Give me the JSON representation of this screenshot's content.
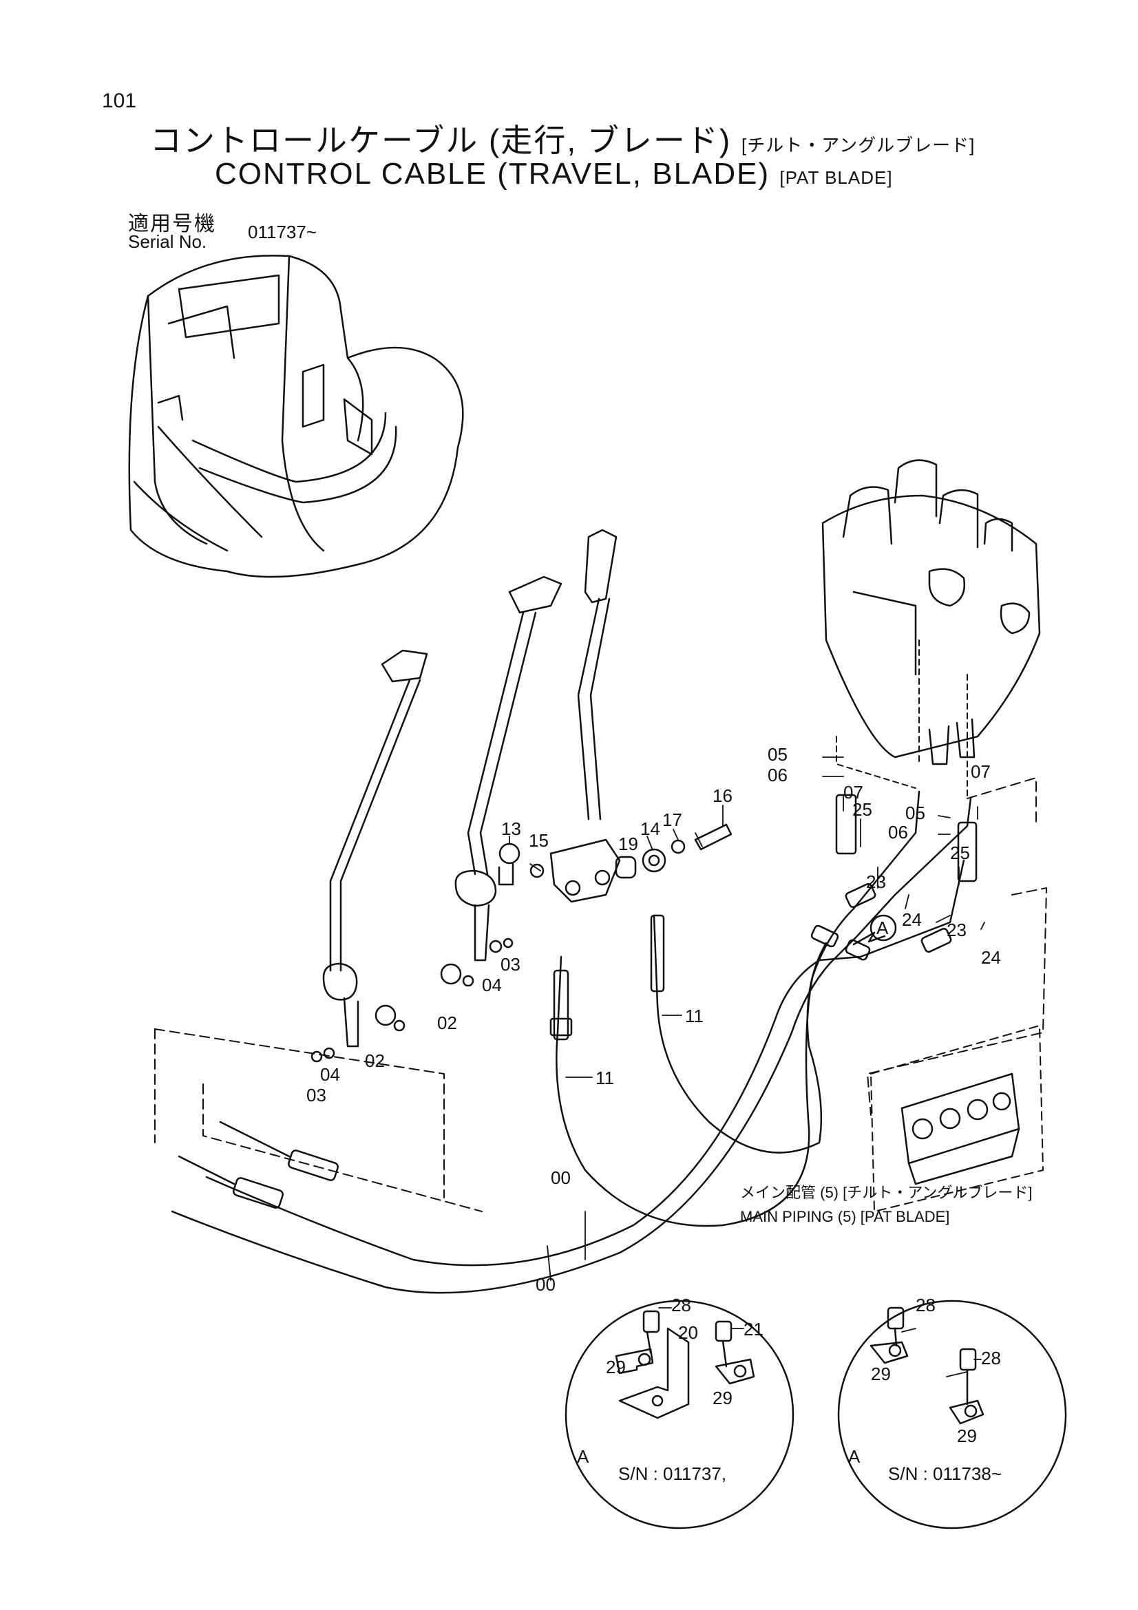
{
  "page_number": "101",
  "title_jp": {
    "main": "コントロールケーブル (走行, ブレード)",
    "bracket": "[チルト・アングルブレード]"
  },
  "title_en": {
    "main": "CONTROL CABLE (TRAVEL, BLADE)",
    "bracket": "[PAT BLADE]"
  },
  "serial": {
    "label_jp": "適用号機",
    "label_en": "Serial No.",
    "value": "011737~"
  },
  "callouts": {
    "c00a": "00",
    "c00b": "00",
    "c02a": "02",
    "c02b": "02",
    "c03a": "03",
    "c03b": "03",
    "c04a": "04",
    "c04b": "04",
    "c05a": "05",
    "c05b": "05",
    "c06a": "06",
    "c06b": "06",
    "c07a": "07",
    "c07b": "07",
    "c11a": "11",
    "c11b": "11",
    "c13": "13",
    "c14": "14",
    "c15": "15",
    "c16": "16",
    "c17": "17",
    "c19": "19",
    "c23a": "23",
    "c23b": "23",
    "c24a": "24",
    "c24b": "24",
    "c25a": "25",
    "c25b": "25",
    "cA": "A"
  },
  "reference": {
    "jp": "メイン配管 (5) [チルト・アングルブレード]",
    "en": "MAIN PIPING (5) [PAT BLADE]"
  },
  "detail_left": {
    "view": "A",
    "sn": "S/N : 011737,",
    "c28": "28",
    "c20": "20",
    "c21": "21",
    "c29a": "29",
    "c29b": "29"
  },
  "detail_right": {
    "view": "A",
    "sn": "S/N : 011738~",
    "c28a": "28",
    "c28b": "28",
    "c29a": "29",
    "c29b": "29"
  }
}
